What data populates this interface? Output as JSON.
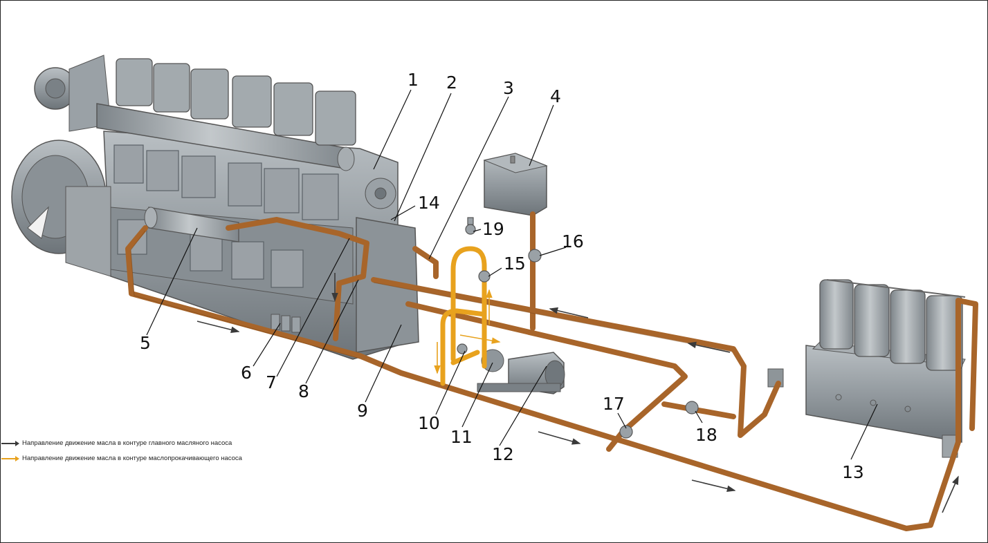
{
  "callouts": [
    "1",
    "2",
    "3",
    "4",
    "5",
    "6",
    "7",
    "8",
    "9",
    "10",
    "11",
    "12",
    "13",
    "14",
    "15",
    "16",
    "17",
    "18",
    "19"
  ],
  "legend": [
    {
      "text": "Направление движение масла в контуре главного масляного насоса",
      "color": "#3a3a3a"
    },
    {
      "text": "Направление движение масла в контуре маслопрокачивающего насоса",
      "color": "#e8a21e"
    }
  ],
  "colors": {
    "main_pipe": "#a8652a",
    "pump_pipe": "#e8a21e",
    "machine": "#8f969b",
    "machine_dark": "#6e757a",
    "machine_light": "#b6bcc0"
  }
}
